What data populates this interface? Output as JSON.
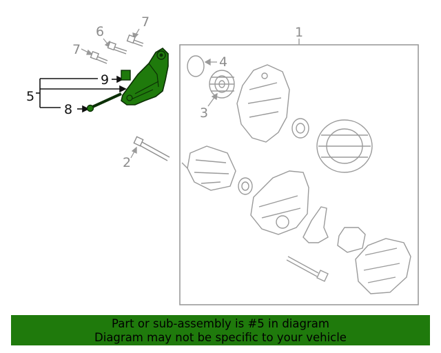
{
  "callouts": {
    "c1": "1",
    "c2": "2",
    "c3": "3",
    "c4": "4",
    "c5": "5",
    "c6": "6",
    "c7a": "7",
    "c7b": "7",
    "c8": "8",
    "c9": "9"
  },
  "banner": {
    "line1": "Part or sub-assembly is #5 in diagram",
    "line2": "Diagram may not be specific to your vehicle"
  },
  "colors": {
    "highlight": "#1f7a0c",
    "line_art": "#9a9a9a",
    "banner_bg": "#1f7a0c"
  }
}
